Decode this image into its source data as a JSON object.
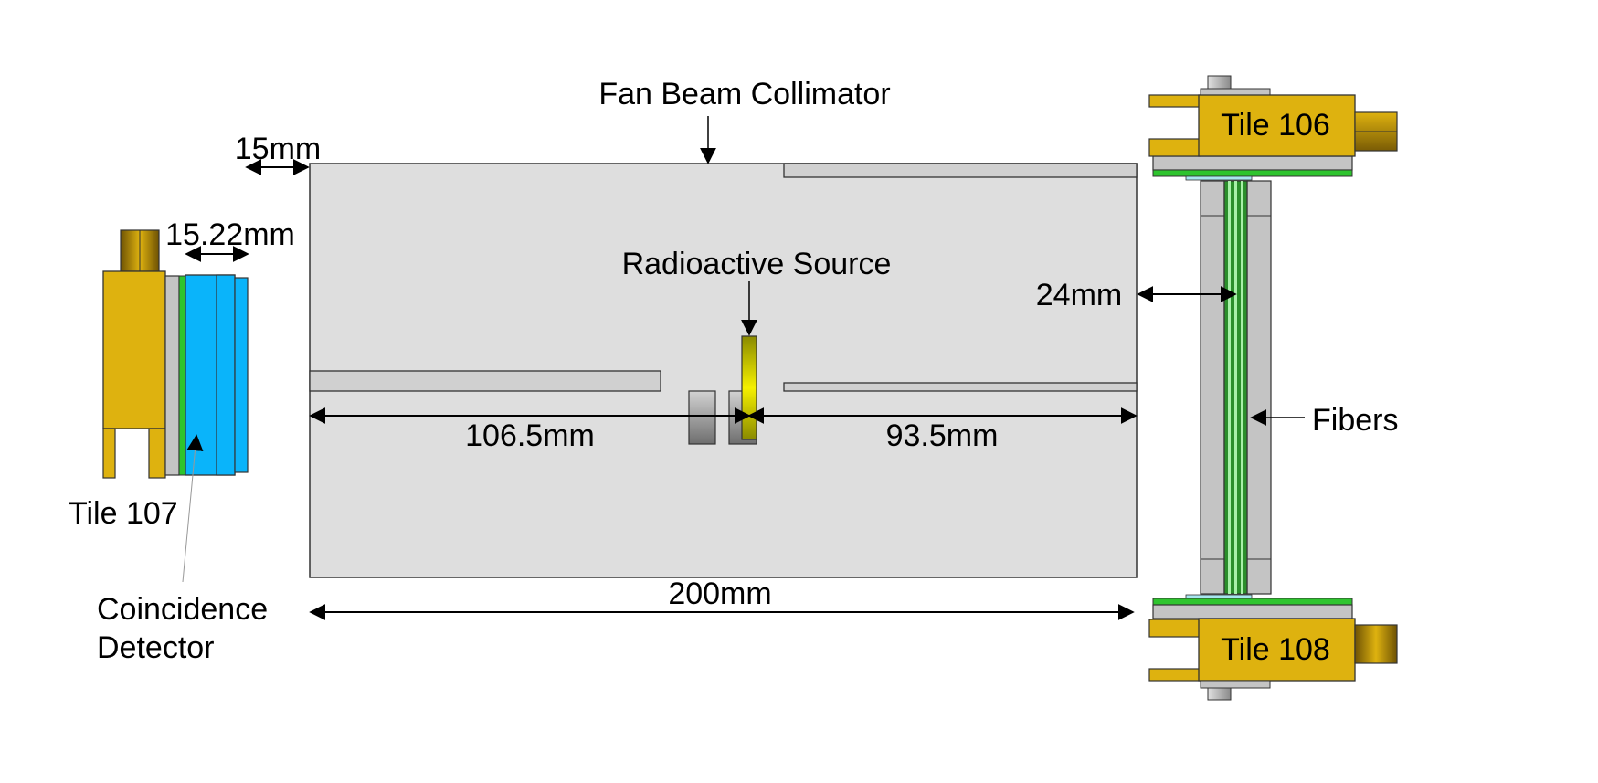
{
  "labels": {
    "collimator": "Fan Beam Collimator",
    "source": "Radioactive Source",
    "tile_top": "Tile 106",
    "tile_bottom": "Tile 108",
    "tile_left": "Tile 107",
    "fibers": "Fibers",
    "coincidence_line1": "Coincidence",
    "coincidence_line2": "Detector"
  },
  "dimensions": {
    "gap_left": "15mm",
    "detector_thickness": "15.22mm",
    "gap_right": "24mm",
    "left_span": "106.5mm",
    "right_span": "93.5mm",
    "total": "200mm"
  },
  "colors": {
    "collimator": "#dedede",
    "steel": "#c4c4c4",
    "pmt_gold": "#deb20f",
    "scintillator_blue": "#0ab4fa",
    "green_strip": "#2ec42e",
    "source_yellow": "#f5f000"
  }
}
